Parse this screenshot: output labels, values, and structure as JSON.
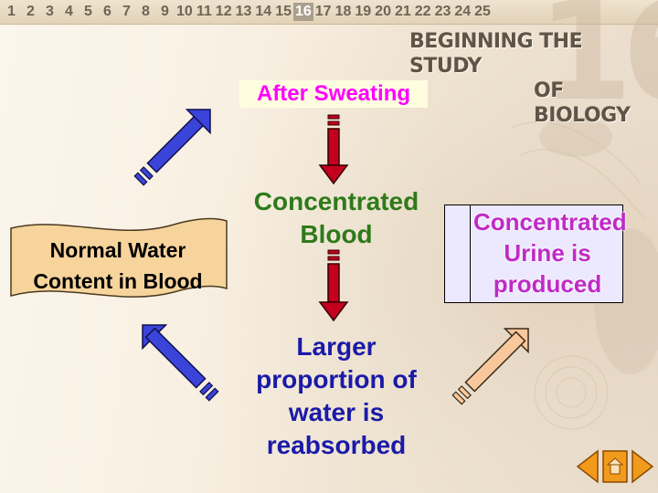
{
  "nav": {
    "chapters": [
      "1",
      "2",
      "3",
      "4",
      "5",
      "6",
      "7",
      "8",
      "9",
      "10",
      "11",
      "12",
      "13",
      "14",
      "15",
      "16",
      "17",
      "18",
      "19",
      "20",
      "21",
      "22",
      "23",
      "24",
      "25"
    ],
    "active": "16"
  },
  "header": {
    "title_line1": "BEGINNING THE STUDY",
    "title_line2": "OF BIOLOGY",
    "chapter_number": "16"
  },
  "diagram": {
    "after_sweating": "After Sweating",
    "concentrated_blood": "Concentrated Blood",
    "larger_proportion": "Larger proportion of water is reabsorbed",
    "normal_water": "Normal Water Content in Blood",
    "urine_produced": "Concentrated Urine is produced"
  },
  "colors": {
    "after_sweating": "#ff00ff",
    "concentrated_blood": "#2e7a1a",
    "larger_proportion": "#1a1aa8",
    "urine_text": "#c02ac6",
    "blue_arrow": "#3a44d8",
    "red_arrow": "#c3001e",
    "peach_arrow": "#f8c89c",
    "banner": "#f7d49c"
  },
  "controls": {
    "back_icon": "arrow-left-icon",
    "home_icon": "home-icon",
    "forward_icon": "arrow-right-icon"
  }
}
